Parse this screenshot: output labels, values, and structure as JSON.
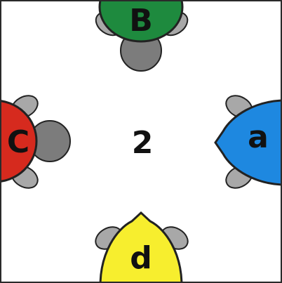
{
  "diagram": {
    "center_label": "2",
    "turtles": [
      {
        "id": "top",
        "letter": "B",
        "shell_color": "#1e8a3e"
      },
      {
        "id": "left",
        "letter": "C",
        "shell_color": "#d62a1e"
      },
      {
        "id": "right",
        "letter": "a",
        "shell_color": "#1e88e0"
      },
      {
        "id": "bottom",
        "letter": "d",
        "shell_color": "#f7ee2e"
      }
    ],
    "colors": {
      "limb": "#a8a8a8",
      "head": "#7c7c7c",
      "outline": "#222222",
      "background": "#ffffff"
    }
  }
}
